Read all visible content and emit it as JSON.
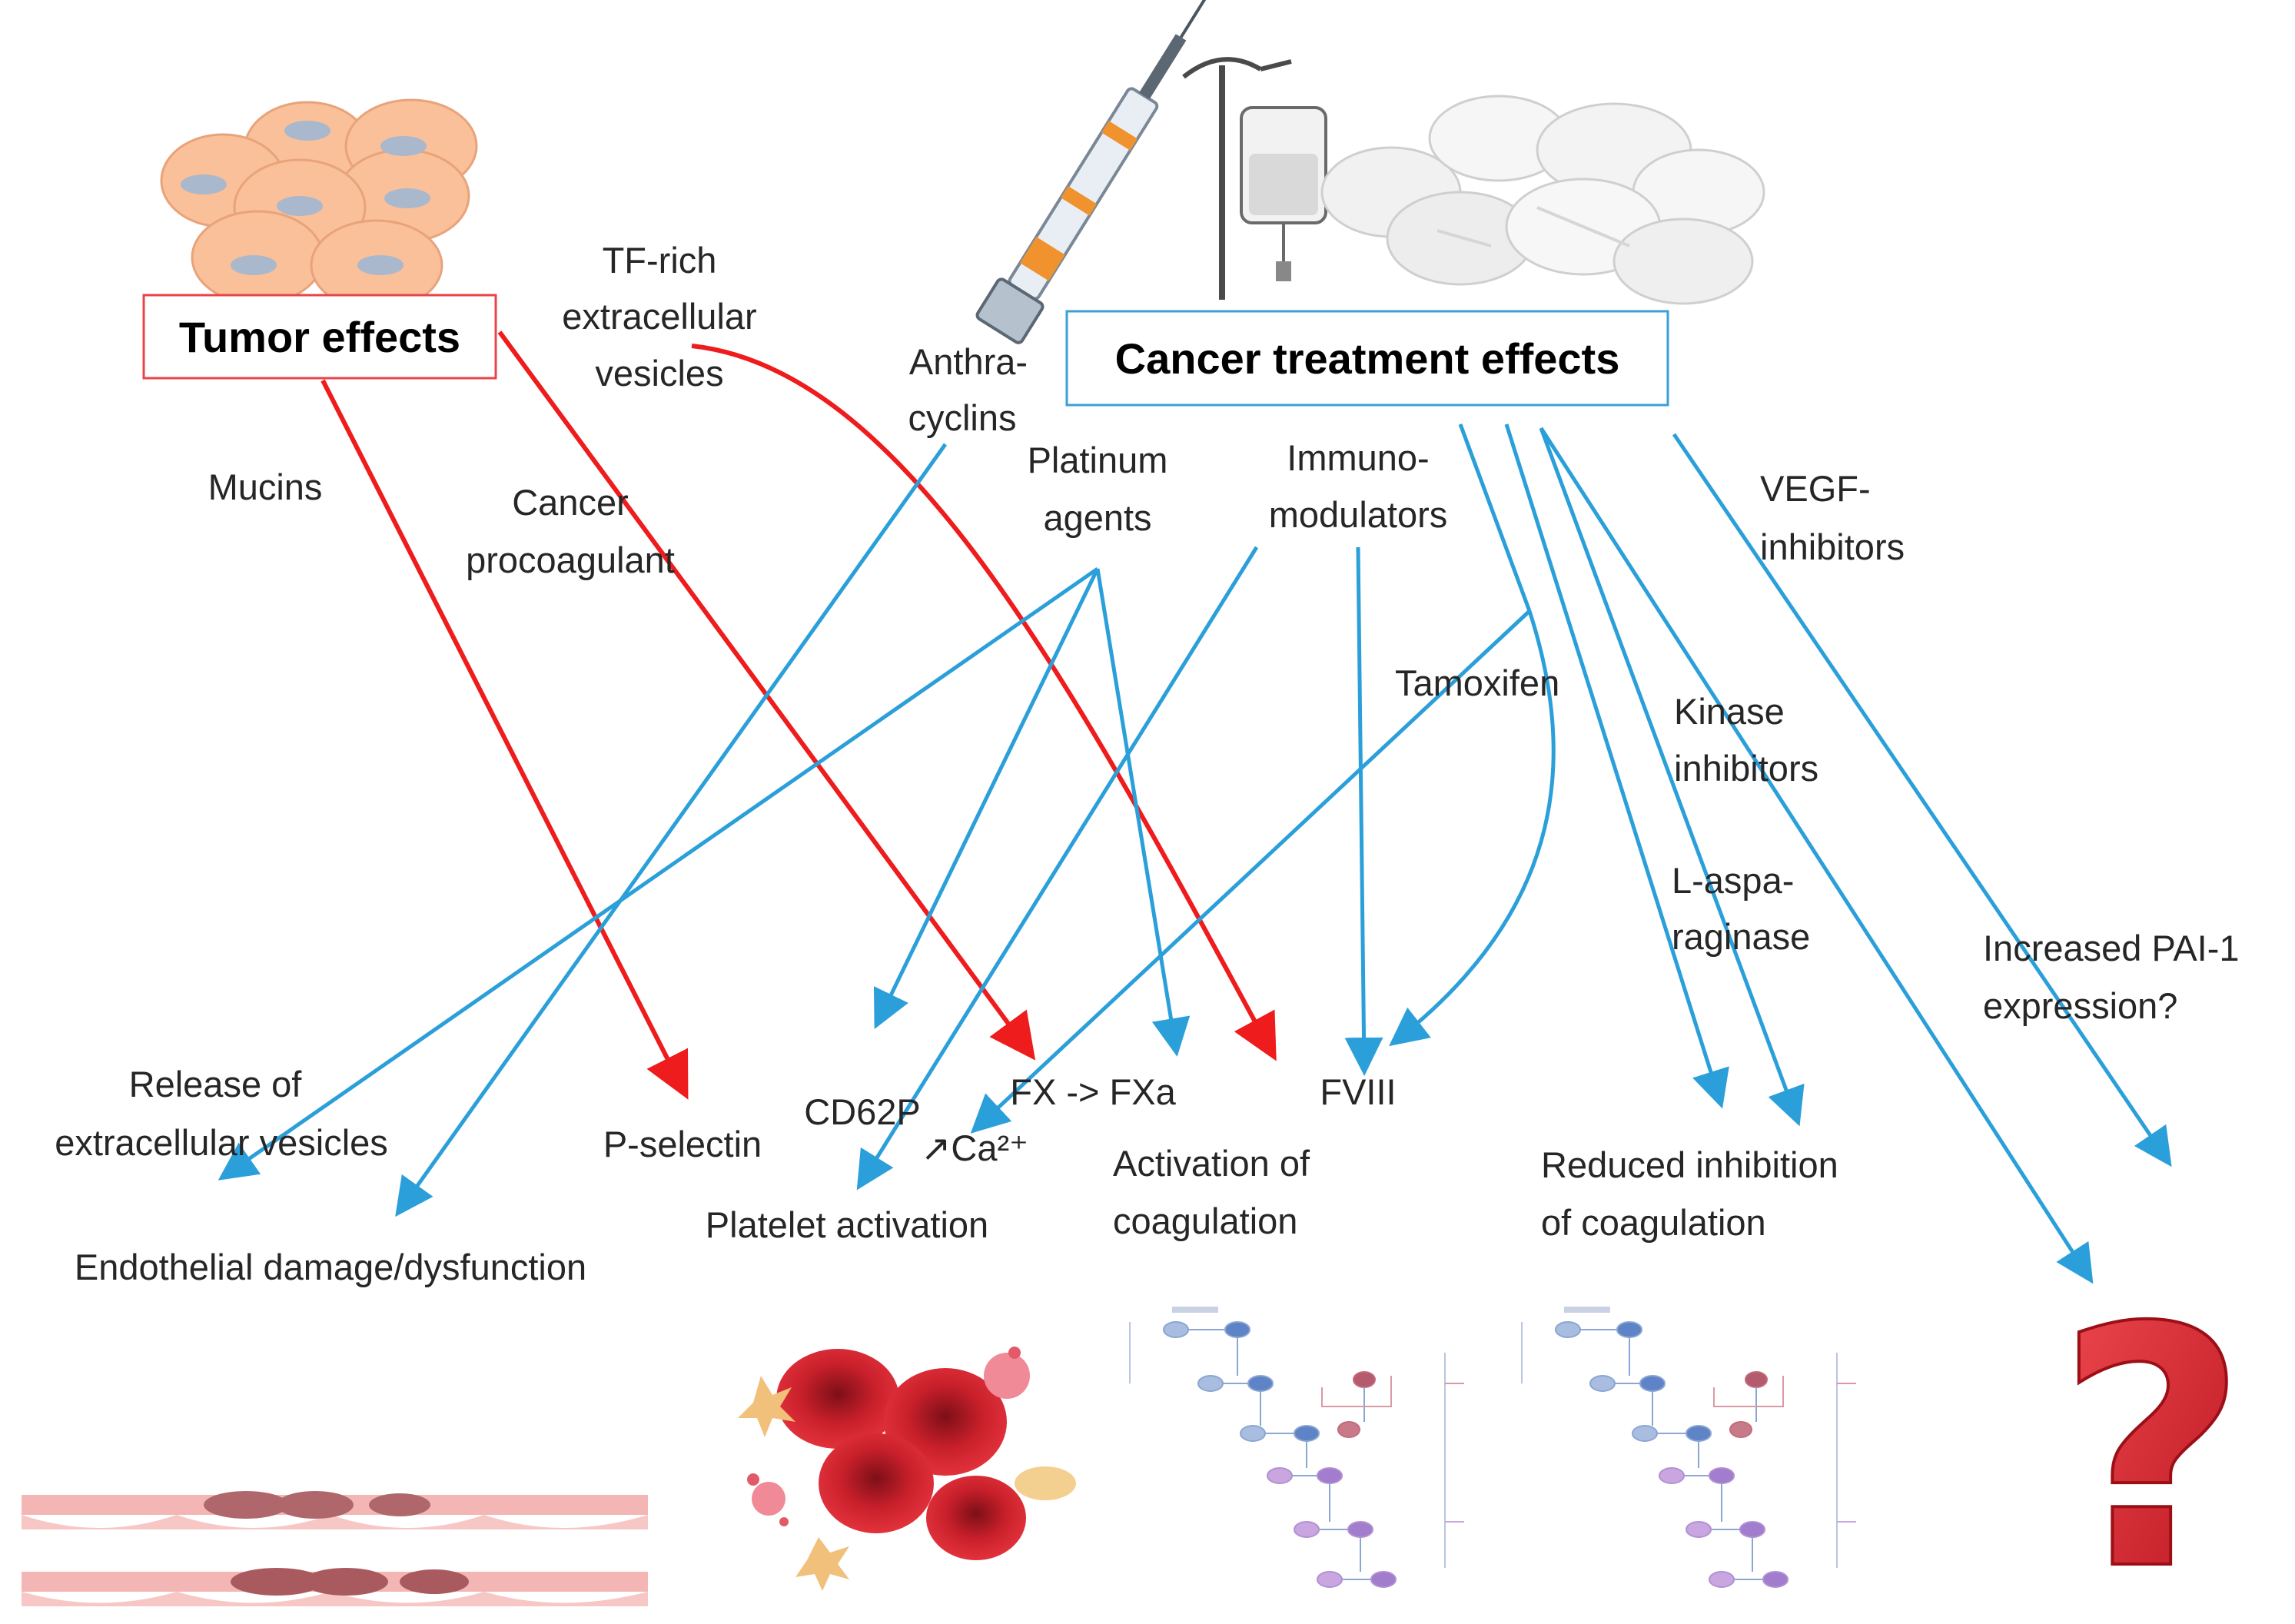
{
  "headers": {
    "tumor": "Tumor effects",
    "treatment": "Cancer treatment effects"
  },
  "labels": {
    "tf_rich": [
      "TF-rich",
      "extracellular",
      "vesicles"
    ],
    "mucins": "Mucins",
    "cancer_procoagulant": [
      "Cancer",
      "procoagulant"
    ],
    "anthracyclins": [
      "Anthra-",
      "cyclins"
    ],
    "platinum": [
      "Platinum",
      "agents"
    ],
    "immunomodulators": [
      "Immuno-",
      "modulators"
    ],
    "vegf": [
      "VEGF-",
      "inhibitors"
    ],
    "tamoxifen": "Tamoxifen",
    "kinase": [
      "Kinase",
      "inhibitors"
    ],
    "asparaginase": [
      "L-aspa-",
      "raginase"
    ],
    "pai1": [
      "Increased PAI-1",
      "expression?"
    ],
    "release_ev": [
      "Release of",
      "extracellular vesicles"
    ],
    "endothelial": "Endothelial damage/dysfunction",
    "p_selectin": "P-selectin",
    "cd62p": "CD62P",
    "ca2": "↗Ca²⁺",
    "platelet_activation": "Platelet activation",
    "fx_fxa": "FX -> FXa",
    "fviii": "FVIII",
    "activation_coag": [
      "Activation of",
      "coagulation"
    ],
    "reduced_inhib": [
      "Reduced inhibition",
      "of coagulation"
    ]
  },
  "question_mark": "?",
  "colors": {
    "tumor_arrow": "#ee1c1c",
    "treatment_arrow": "#2b9fd9",
    "tumor_box": "#e8454a",
    "treatment_box": "#3aa0d8",
    "cell": "#f9c09a",
    "nucleus": "#a9b8cc",
    "rbc": "#c9202b",
    "question": "#e0242e"
  }
}
